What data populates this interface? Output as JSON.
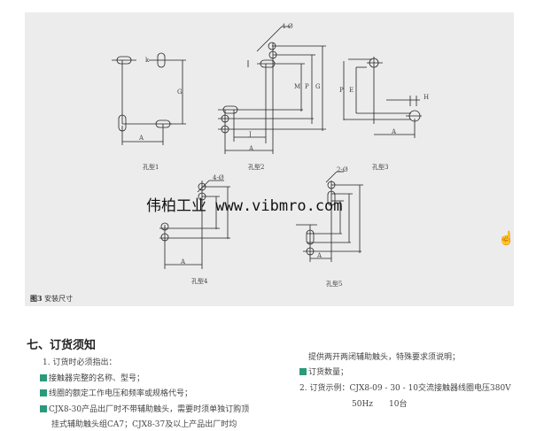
{
  "figure": {
    "caption_num": "图3",
    "caption_text": "安装尺寸",
    "labels": [
      "孔型1",
      "孔型2",
      "孔型3",
      "孔型4",
      "孔型5"
    ],
    "dims": {
      "A": "A",
      "G": "G",
      "k": "k",
      "H": "H",
      "M": "M",
      "P": "P",
      "J": "J",
      "E": "E",
      "holes4": "4-Ø",
      "holes2": "2-Ø"
    },
    "watermark": "伟柏工业 www.vibmro.com"
  },
  "section": {
    "title": "七、订货须知",
    "left": [
      "1. 订货时必须指出：",
      "接触器完整的名称、型号；",
      "线圈的额定工作电压和频率或规格代号；",
      "CJX8-30产品出厂时不带辅助触头，需要时须单独订购顶",
      "挂式辅助触头组CA7；CJX8-37及以上产品出厂时均"
    ],
    "right": [
      "提供两开两闭辅助触头，特殊要求须说明；",
      "订货数量；",
      "2. 订货示例：CJX8-09 - 30 - 10交流接触器线圈电压380V",
      "50Hz　　10台"
    ]
  },
  "colors": {
    "bullet": "#2a9a7a",
    "panel": "#ececec"
  }
}
